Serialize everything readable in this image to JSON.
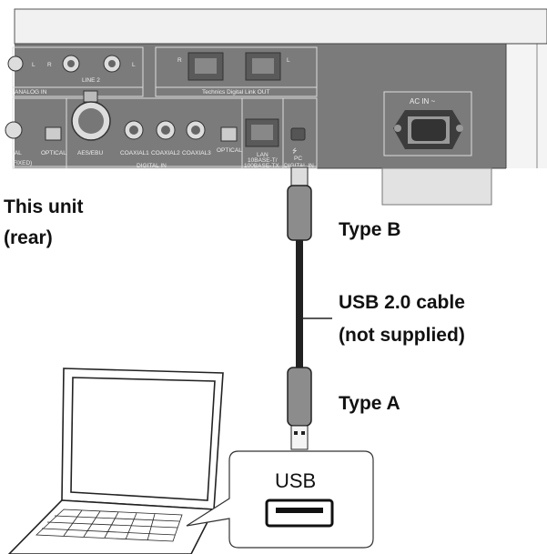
{
  "device": {
    "labels": {
      "line2": "LINE 2",
      "analog_in": "ANALOG IN",
      "link_out": "Technics Digital Link OUT",
      "r": "R",
      "l": "L",
      "ial": "IAL",
      "optical": "OPTICAL",
      "fixed": "FIXED)",
      "aes_ebu": "AES/EBU",
      "coaxial1": "COAXIAL1",
      "coaxial2": "COAXIAL2",
      "coaxial3": "COAXIAL3",
      "optical2": "OPTICAL",
      "digital_in": "DIGITAL IN",
      "lan": "LAN",
      "lan_spec1": "10BASE-T/",
      "lan_spec2": "100BASE-TX",
      "pc": "PC",
      "digital_in2": "DIGITAL IN",
      "ac_in": "AC IN ~"
    }
  },
  "callouts": {
    "unit_line1": "This unit",
    "unit_line2": "(rear)",
    "type_b": "Type B",
    "cable_line1": "USB 2.0 cable",
    "cable_line2": "(not supplied)",
    "type_a": "Type A",
    "usb_port": "USB"
  }
}
